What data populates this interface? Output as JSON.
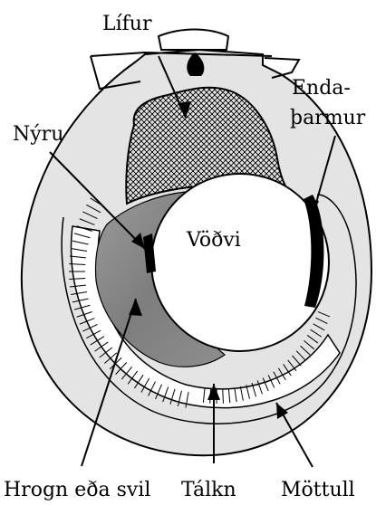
{
  "labels": {
    "lifur": "Lífur",
    "nyru": "Nýru",
    "endathormur_line1": "Enda-",
    "endathormur_line2": "þarmur",
    "vodvi": "Vöðvi",
    "hrogn": "Hrogn eða svil",
    "talkn": "Tálkn",
    "mottull": "Möttull"
  },
  "colors": {
    "outline": "#000000",
    "mantle_fill": "#dcdcdc",
    "gonad_fill": "#8a8a8a",
    "background": "#ffffff"
  }
}
